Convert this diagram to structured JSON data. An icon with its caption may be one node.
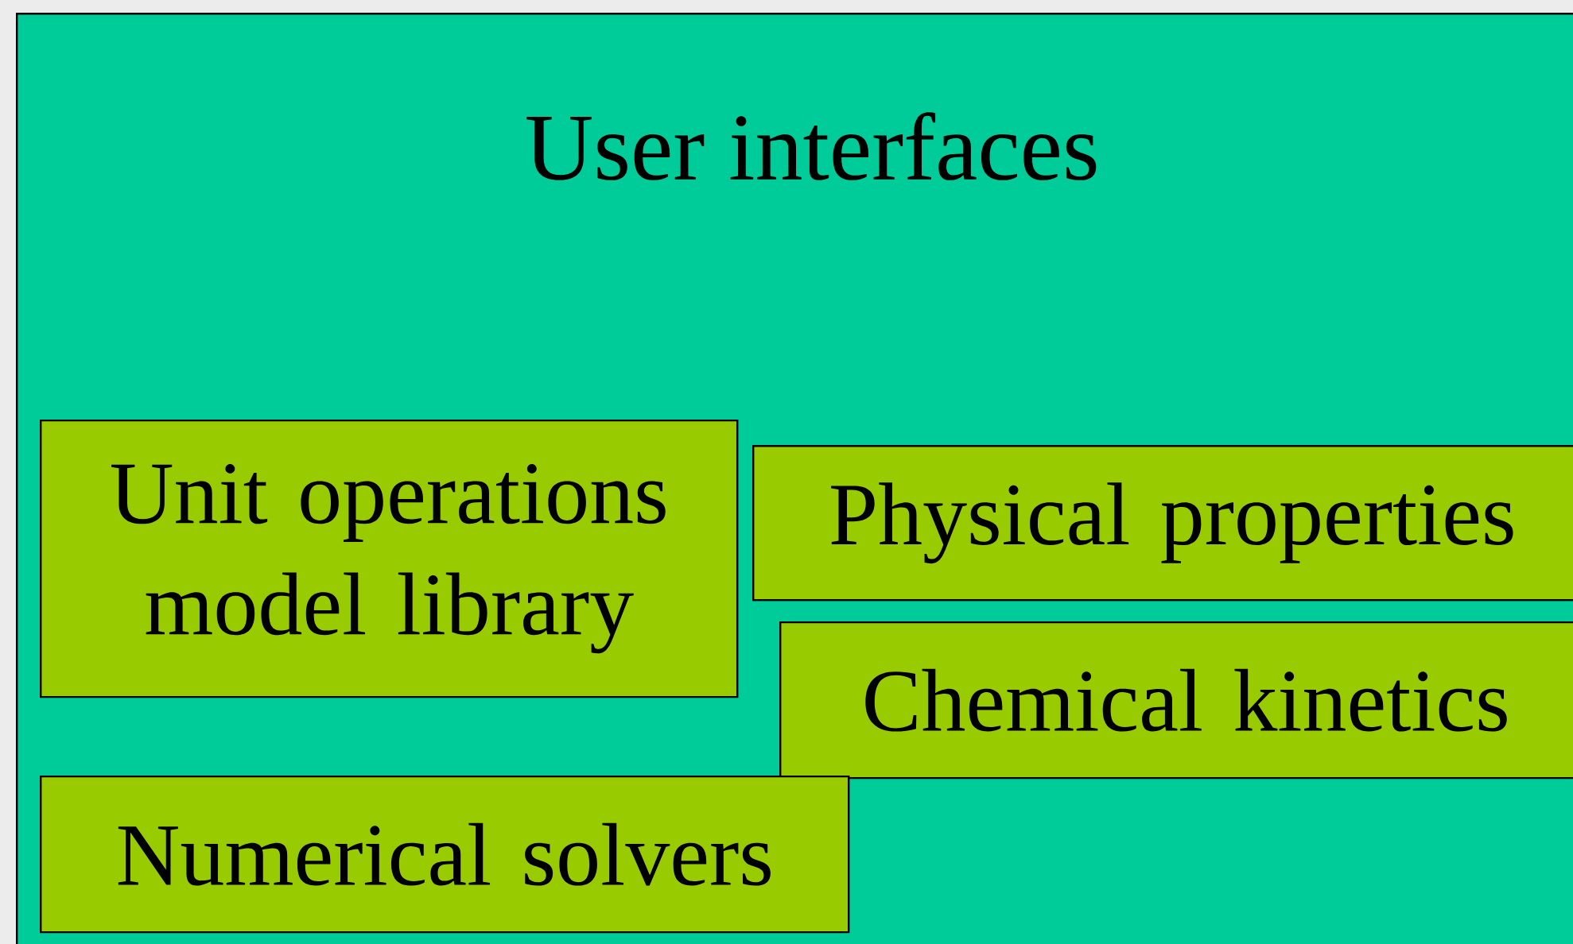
{
  "diagram": {
    "nodes": [
      {
        "text": [
          "User interfaces"
        ]
      },
      {
        "text": [
          "Unit operations model library"
        ],
        "in": 0
      },
      {
        "text": [
          "Physical properties"
        ],
        "in": 0
      },
      {
        "text": [
          "Chemical kinetics"
        ],
        "in": 0
      },
      {
        "text": [
          "Numerical solvers"
        ],
        "in": 0
      }
    ]
  }
}
